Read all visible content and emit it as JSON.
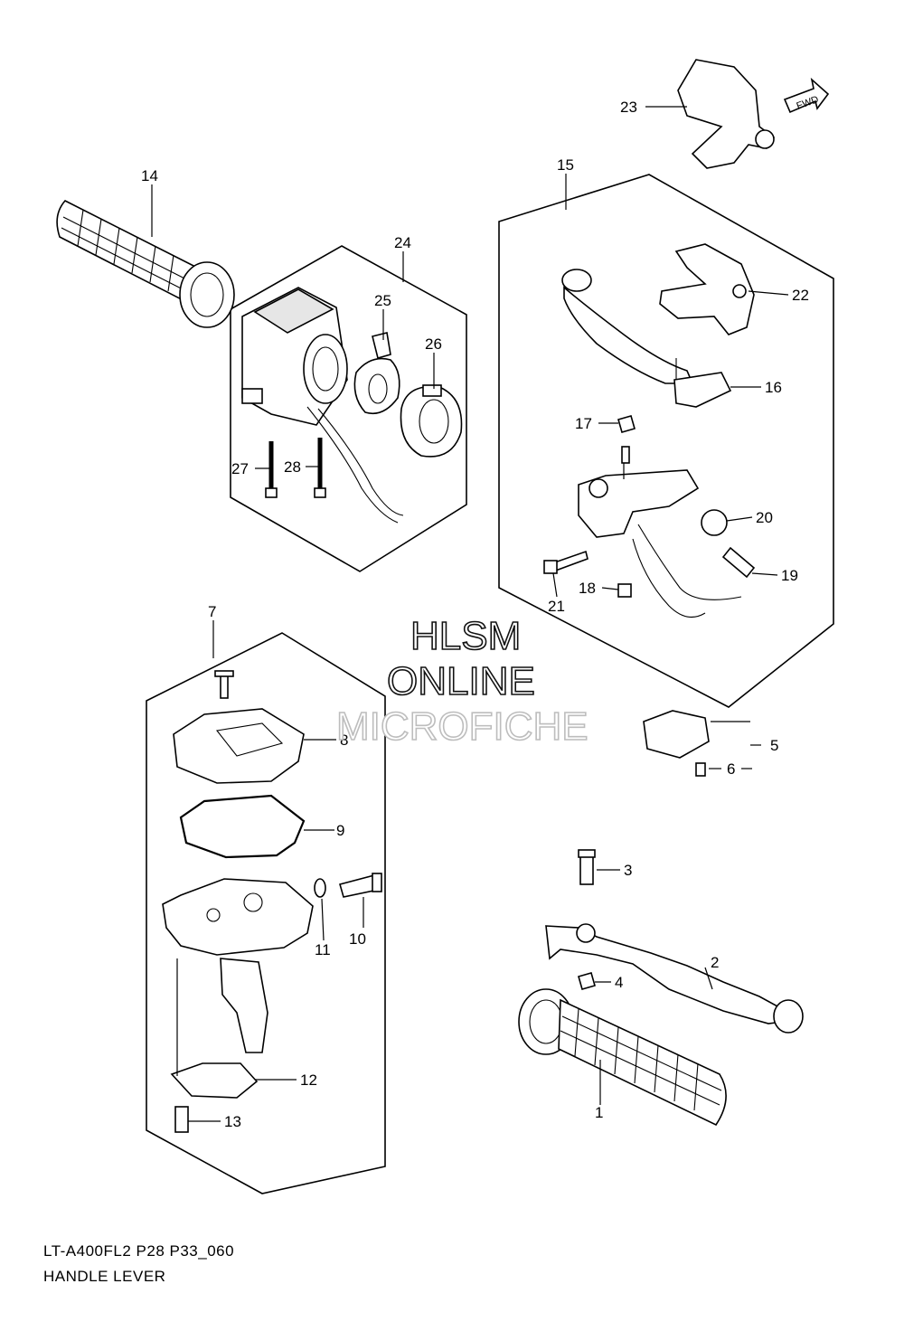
{
  "watermark": {
    "line1": "HLSM",
    "line2": "ONLINE",
    "line3": "MICROFICHE"
  },
  "direction_badge": "FWD",
  "callouts": {
    "c1": "1",
    "c2": "2",
    "c3": "3",
    "c4": "4",
    "c5": "5",
    "c6": "6",
    "c7": "7",
    "c8": "8",
    "c9": "9",
    "c10": "10",
    "c11": "11",
    "c12": "12",
    "c13": "13",
    "c14": "14",
    "c15": "15",
    "c16": "16",
    "c17": "17",
    "c18": "18",
    "c19": "19",
    "c20": "20",
    "c21": "21",
    "c22": "22",
    "c23": "23",
    "c24": "24",
    "c25": "25",
    "c26": "26",
    "c27": "27",
    "c28": "28"
  },
  "footer": {
    "model_code": "LT-A400FL2 P28 P33_060",
    "section_title": "HANDLE LEVER"
  }
}
